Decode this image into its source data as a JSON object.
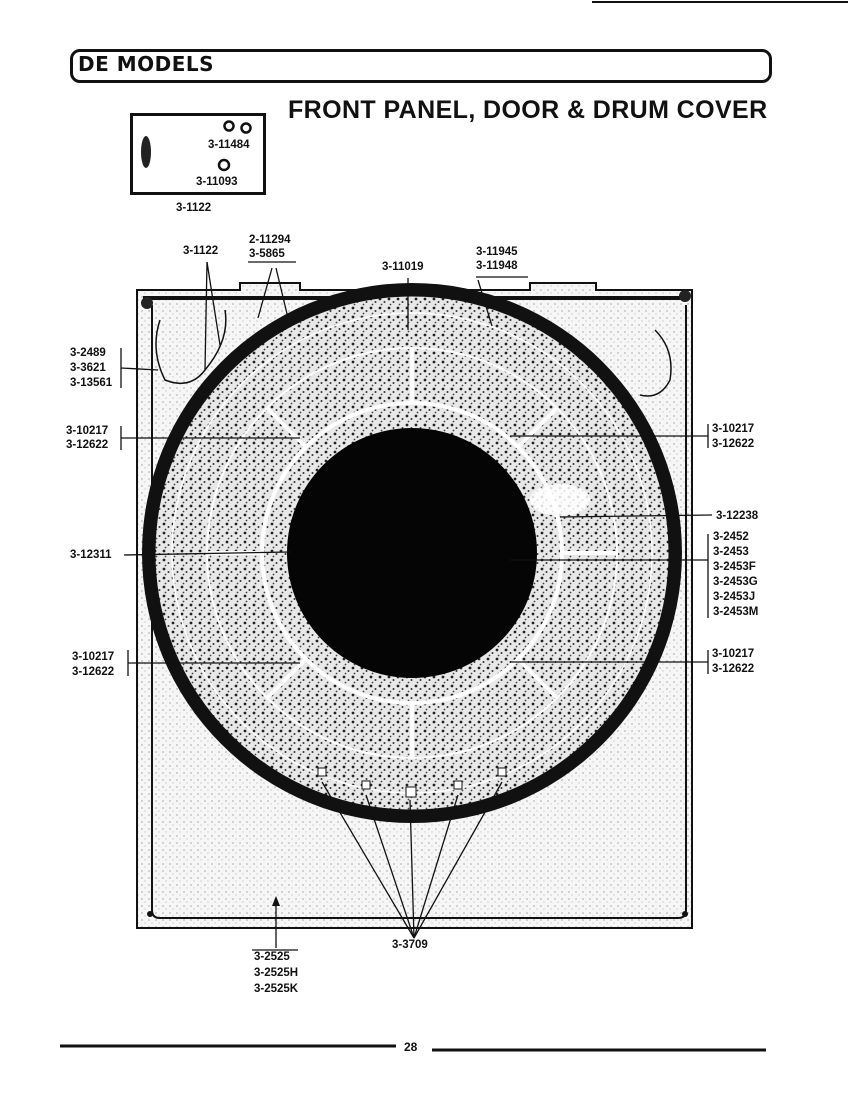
{
  "header": {
    "models": "DE MODELS",
    "title": "FRONT PANEL, DOOR & DRUM COVER"
  },
  "inset": {
    "part_a": "3-11484",
    "part_b": "3-11093",
    "caption": "3-1122"
  },
  "callouts": {
    "top_left_wire": "3-1122",
    "top_pair": [
      "2-11294",
      "3-5865"
    ],
    "top_center": "3-11019",
    "top_right_pair": [
      "3-11945",
      "3-11948"
    ],
    "left_group_1": [
      "3-2489",
      "3-3621",
      "3-13561"
    ],
    "left_group_2": [
      "3-10217",
      "3-12622"
    ],
    "left_center": "3-12311",
    "left_group_3": [
      "3-10217",
      "3-12622"
    ],
    "right_group_1": [
      "3-10217",
      "3-12622"
    ],
    "right_single": "3-12238",
    "right_group_2": [
      "3-2452",
      "3-2453",
      "3-2453F",
      "3-2453G",
      "3-2453J",
      "3-2453M"
    ],
    "right_group_3": [
      "3-10217",
      "3-12622"
    ],
    "bottom_panel": [
      "3-2525",
      "3-2525H",
      "3-2525K"
    ],
    "bottom_screws": "3-3709"
  },
  "footer": {
    "page_number": "28"
  }
}
